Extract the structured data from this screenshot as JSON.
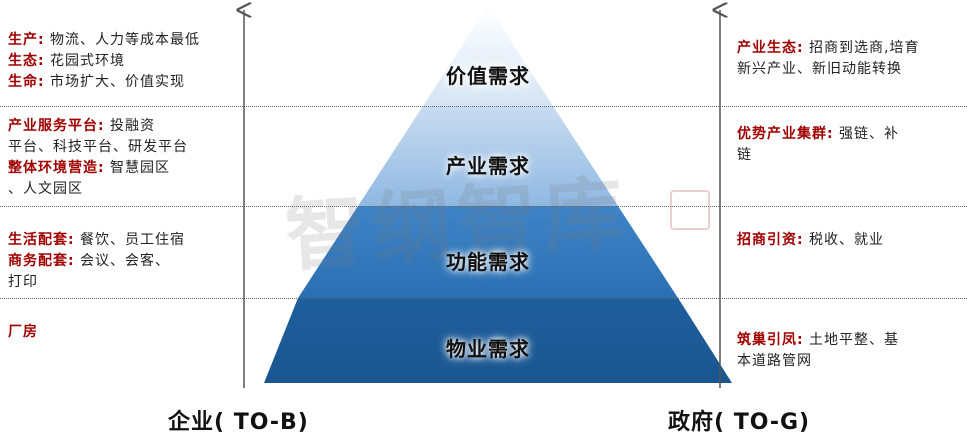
{
  "left_blocks": [
    {
      "lines": [
        {
          "parts": [
            {
              "t": "生产:",
              "hl": true
            },
            {
              "t": " 物流、人力等成本最低",
              "hl": false
            }
          ]
        },
        {
          "parts": [
            {
              "t": "生态:",
              "hl": true
            },
            {
              "t": " 花园式环境",
              "hl": false
            }
          ]
        },
        {
          "parts": [
            {
              "t": "生命:",
              "hl": true
            },
            {
              "t": " 市场扩大、价值实现",
              "hl": false
            }
          ]
        }
      ]
    },
    {
      "lines": [
        {
          "parts": [
            {
              "t": "产业服务平台:",
              "hl": true
            },
            {
              "t": " 投融资",
              "hl": false
            }
          ]
        },
        {
          "parts": [
            {
              "t": "平台、科技平台、研发平台",
              "hl": false
            }
          ]
        },
        {
          "parts": [
            {
              "t": "整体环境营造:",
              "hl": true
            },
            {
              "t": " 智慧园区",
              "hl": false
            }
          ]
        },
        {
          "parts": [
            {
              "t": "、人文园区",
              "hl": false
            }
          ]
        }
      ]
    },
    {
      "lines": [
        {
          "parts": [
            {
              "t": "生活配套:",
              "hl": true
            },
            {
              "t": " 餐饮、员工住宿",
              "hl": false
            }
          ]
        },
        {
          "parts": [
            {
              "t": "商务配套:",
              "hl": true
            },
            {
              "t": " 会议、会客、",
              "hl": false
            }
          ]
        },
        {
          "parts": [
            {
              "t": "打印",
              "hl": false
            }
          ]
        }
      ]
    },
    {
      "lines": [
        {
          "parts": [
            {
              "t": "厂房",
              "hl": true
            }
          ]
        }
      ]
    }
  ],
  "right_blocks": [
    {
      "lines": [
        {
          "parts": [
            {
              "t": "产业生态:",
              "hl": true
            },
            {
              "t": " 招商到选商,培育",
              "hl": false
            }
          ]
        },
        {
          "parts": [
            {
              "t": "新兴产业、新旧动能转换",
              "hl": false
            }
          ]
        }
      ]
    },
    {
      "lines": [
        {
          "parts": [
            {
              "t": "优势产业集群:",
              "hl": true
            },
            {
              "t": " 强链、补",
              "hl": false
            }
          ]
        },
        {
          "parts": [
            {
              "t": "链",
              "hl": false
            }
          ]
        }
      ]
    },
    {
      "lines": [
        {
          "parts": [
            {
              "t": "招商引资:",
              "hl": true
            },
            {
              "t": " 税收、就业",
              "hl": false
            }
          ]
        }
      ]
    },
    {
      "lines": [
        {
          "parts": [
            {
              "t": "筑巢引凤:",
              "hl": true
            },
            {
              "t": " 土地平整、基",
              "hl": false
            }
          ]
        },
        {
          "parts": [
            {
              "t": "本道路管网",
              "hl": false
            }
          ]
        }
      ]
    }
  ],
  "pyramid_levels": [
    {
      "label": "价值需求",
      "color": "#d6e6f5"
    },
    {
      "label": "产业需求",
      "color": "#9dc3e6"
    },
    {
      "label": "功能需求",
      "color": "#2e75b6"
    },
    {
      "label": "物业需求",
      "color": "#1f5c99"
    }
  ],
  "axis_titles": {
    "left": "企业( TO-B)",
    "right": "政府( TO-G)"
  },
  "watermark": "智纲智库"
}
